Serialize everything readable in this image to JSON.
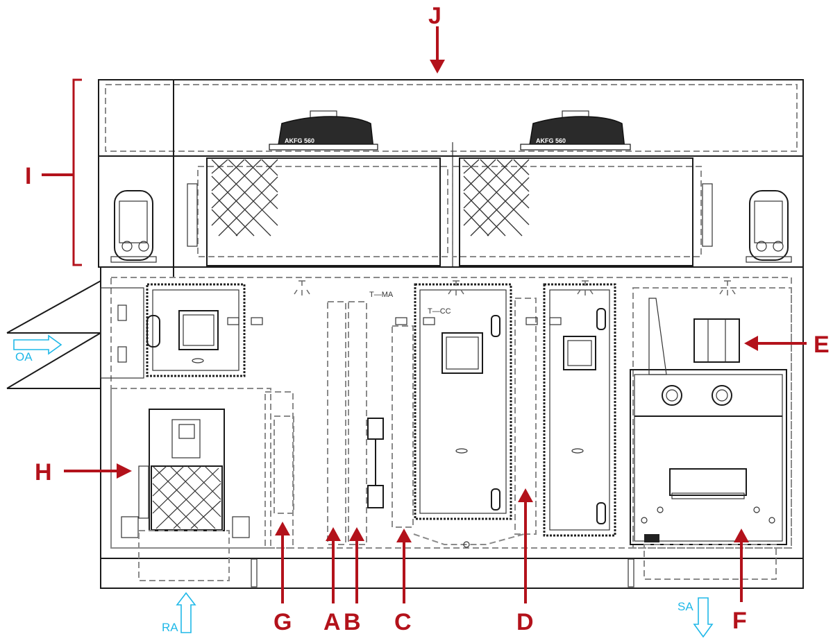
{
  "callouts": {
    "J": "J",
    "I": "I",
    "E": "E",
    "H": "H",
    "G": "G",
    "A": "A",
    "B": "B",
    "C": "C",
    "D": "D",
    "F": "F"
  },
  "flow_labels": {
    "outside_air": "OA",
    "return_air": "RA",
    "supply_air": "SA"
  },
  "fan_labels": [
    "AKFG 560",
    "AKFG 560"
  ],
  "sensor_labels": {
    "mixed_air": "T—MA",
    "cooling_coil": "T—CC"
  },
  "colors": {
    "callout": "#b3121b",
    "airflow": "#1fb8e8",
    "outline": "#1a1a1a",
    "dashed": "#8a8a8a"
  }
}
